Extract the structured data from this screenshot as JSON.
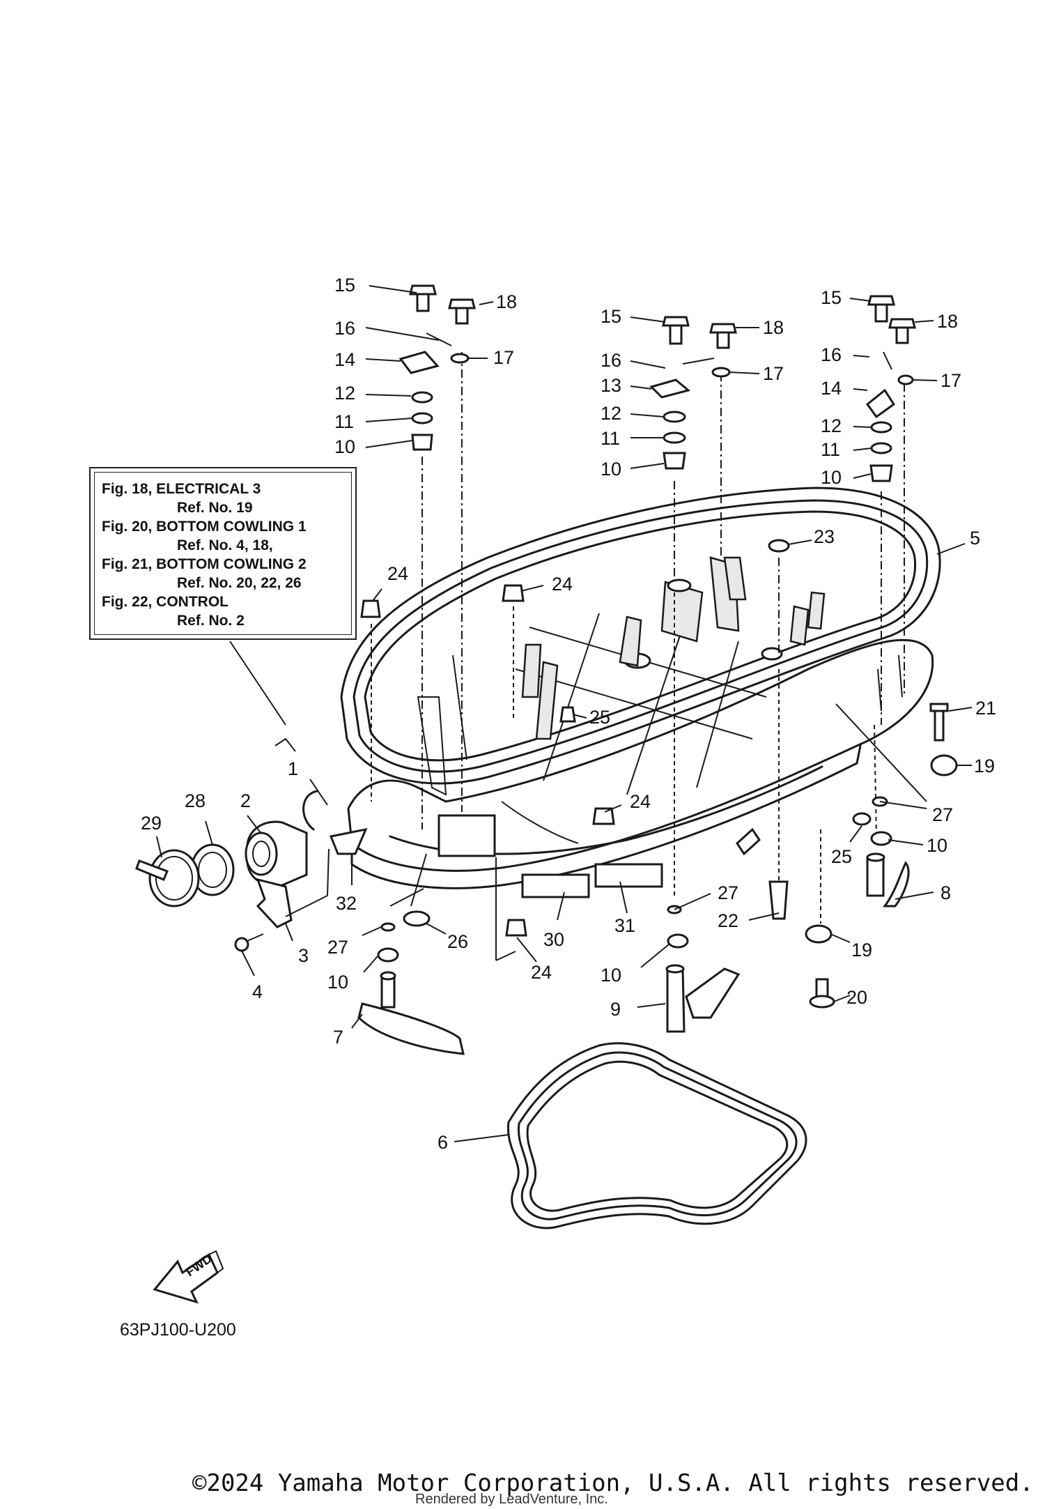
{
  "reference_box": {
    "lines": [
      {
        "text": "Fig. 18, ELECTRICAL 3",
        "indent": false
      },
      {
        "text": "Ref. No. 19",
        "indent": true
      },
      {
        "text": "Fig. 20, BOTTOM COWLING 1",
        "indent": false
      },
      {
        "text": "Ref. No. 4, 18,",
        "indent": true
      },
      {
        "text": "Fig. 21, BOTTOM COWLING 2",
        "indent": false
      },
      {
        "text": "Ref. No. 20, 22, 26",
        "indent": true
      },
      {
        "text": "Fig. 22, CONTROL",
        "indent": false
      },
      {
        "text": "Ref. No. 2",
        "indent": true
      }
    ]
  },
  "part_labels": [
    "15",
    "18",
    "16",
    "17",
    "14",
    "12",
    "11",
    "10",
    "15",
    "18",
    "16",
    "17",
    "13",
    "12",
    "11",
    "10",
    "15",
    "18",
    "16",
    "17",
    "14",
    "12",
    "11",
    "10",
    "5",
    "23",
    "24",
    "24",
    "24",
    "25",
    "21",
    "19",
    "27",
    "10",
    "25",
    "8",
    "1",
    "2",
    "28",
    "29",
    "32",
    "3",
    "4",
    "27",
    "10",
    "26",
    "30",
    "31",
    "27",
    "22",
    "10",
    "9",
    "7",
    "19",
    "20",
    "24",
    "6"
  ],
  "fwd_label": "FWD",
  "diagram_code": "63PJ100-U200",
  "copyright": "©2024 Yamaha Motor Corporation, U.S.A. All rights reserved.",
  "rendered_by": "Rendered by LeadVenture, Inc."
}
